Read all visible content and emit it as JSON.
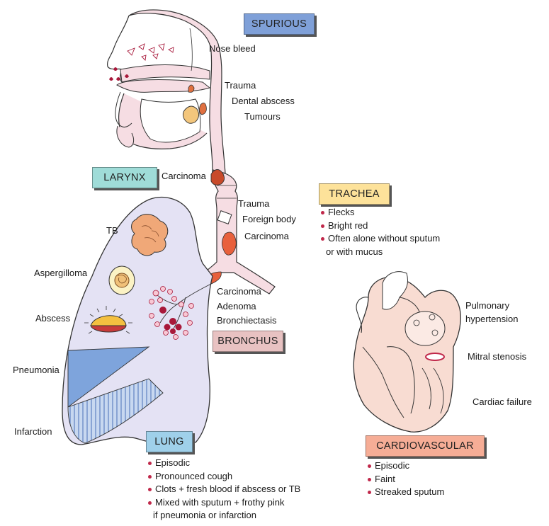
{
  "colors": {
    "spurious_box": "#7fa0d8",
    "larynx_box": "#9fdcd8",
    "trachea_box": "#fde29a",
    "bronchus_box": "#e8c2c2",
    "lung_box": "#9fd0ea",
    "cardio_box": "#f6ad96",
    "tissue_pink": "#f6dde3",
    "lung_fill": "#e4e2f4",
    "heart_fill": "#f8dcd2",
    "lesion_orange": "#f0a878",
    "bullet": "#c0284a",
    "blood": "#a8183a"
  },
  "icons": {
    "bullet": "bullet-dot-icon",
    "lesion": "lesion-blob-icon"
  },
  "headings": {
    "spurious": "SPURIOUS",
    "larynx": "LARYNX",
    "trachea": "TRACHEA",
    "bronchus": "BRONCHUS",
    "lung": "LUNG",
    "cardio": "CARDIOVASCULAR"
  },
  "spurious_labels": {
    "nose_bleed": "Nose bleed",
    "trauma": "Trauma",
    "dental_abscess": "Dental abscess",
    "tumours": "Tumours"
  },
  "larynx_labels": {
    "carcinoma": "Carcinoma"
  },
  "trachea_labels": {
    "trauma": "Trauma",
    "foreign_body": "Foreign body",
    "carcinoma": "Carcinoma"
  },
  "trachea_bullets": {
    "b1": "Flecks",
    "b2": "Bright red",
    "b3a": "Often alone without sputum",
    "b3b": "or with mucus"
  },
  "bronchus_labels": {
    "carcinoma": "Carcinoma",
    "adenoma": "Adenoma",
    "bronchiectasis": "Bronchiectasis"
  },
  "lung_labels": {
    "tb": "TB",
    "aspergilloma": "Aspergilloma",
    "abscess": "Abscess",
    "pneumonia": "Pneumonia",
    "infarction": "Infarction"
  },
  "lung_bullets": {
    "b1": "Episodic",
    "b2": "Pronounced cough",
    "b3": "Clots + fresh blood if abscess or TB",
    "b4a": "Mixed with sputum + frothy pink",
    "b4b": "if pneumonia or infarction"
  },
  "cardio_labels": {
    "pulm_a": "Pulmonary",
    "pulm_b": "hypertension",
    "mitral": "Mitral stenosis",
    "cardiac_failure": "Cardiac failure"
  },
  "cardio_bullets": {
    "b1": "Episodic",
    "b2": "Faint",
    "b3": "Streaked sputum"
  }
}
